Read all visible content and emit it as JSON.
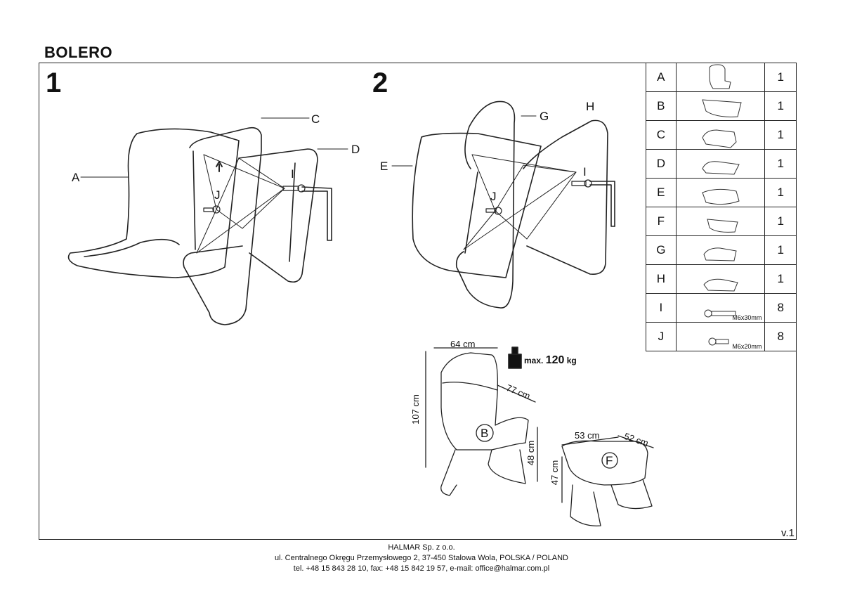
{
  "title": "BOLERO",
  "steps": [
    "1",
    "2"
  ],
  "step1_labels": {
    "a": "A",
    "c": "C",
    "d": "D",
    "i": "I",
    "j": "J"
  },
  "step2_labels": {
    "e": "E",
    "g": "G",
    "h": "H",
    "i": "I",
    "j": "J"
  },
  "parts": [
    {
      "code": "A",
      "qty": "1",
      "icon": "armchair-shell-icon"
    },
    {
      "code": "B",
      "qty": "1",
      "icon": "seat-cushion-icon"
    },
    {
      "code": "C",
      "qty": "1",
      "icon": "chair-frame-c-icon"
    },
    {
      "code": "D",
      "qty": "1",
      "icon": "chair-frame-d-icon"
    },
    {
      "code": "E",
      "qty": "1",
      "icon": "footstool-shell-icon"
    },
    {
      "code": "F",
      "qty": "1",
      "icon": "footstool-cushion-icon"
    },
    {
      "code": "G",
      "qty": "1",
      "icon": "stool-frame-g-icon"
    },
    {
      "code": "H",
      "qty": "1",
      "icon": "stool-frame-h-icon"
    },
    {
      "code": "I",
      "qty": "8",
      "icon": "bolt-icon",
      "size": "M6x30mm"
    },
    {
      "code": "J",
      "qty": "8",
      "icon": "bolt-icon",
      "size": "M6x20mm"
    }
  ],
  "dimensions": {
    "chair_width": "64 cm",
    "chair_depth": "77 cm",
    "chair_height": "107 cm",
    "seat_height": "48 cm",
    "stool_width": "53 cm",
    "stool_depth": "52 cm",
    "stool_height": "47 cm",
    "chair_label": "B",
    "stool_label": "F"
  },
  "max_load": {
    "prefix": "max.",
    "value": "120",
    "unit": "kg"
  },
  "version": "v.1",
  "footer": {
    "company": "HALMAR Sp. z o.o.",
    "address": "ul. Centralnego Okręgu Przemysłowego 2, 37-450 Stalowa Wola, POLSKA / POLAND",
    "contact": "tel. +48 15 843 28 10, fax: +48 15 842 19 57, e-mail: office@halmar.com.pl"
  }
}
